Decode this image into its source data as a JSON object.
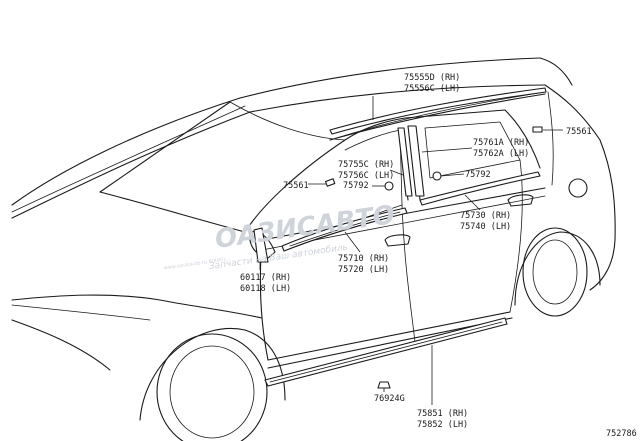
{
  "parts": [
    {
      "id": "p75555",
      "lines": [
        "75555D (RH)",
        "75556C (LH)"
      ]
    },
    {
      "id": "p75561r",
      "lines": [
        "75561"
      ]
    },
    {
      "id": "p75761",
      "lines": [
        "75761A (RH)",
        "75762A (LH)"
      ]
    },
    {
      "id": "p75755",
      "lines": [
        "75755C (RH)",
        "75756C (LH)"
      ]
    },
    {
      "id": "p75561l",
      "lines": [
        "75561"
      ]
    },
    {
      "id": "p75792l",
      "lines": [
        "75792"
      ]
    },
    {
      "id": "p75792r",
      "lines": [
        "75792"
      ]
    },
    {
      "id": "p75730",
      "lines": [
        "75730 (RH)",
        "75740 (LH)"
      ]
    },
    {
      "id": "p75710",
      "lines": [
        "75710 (RH)",
        "75720 (LH)"
      ]
    },
    {
      "id": "p60117",
      "lines": [
        "60117 (RH)",
        "60118 (LH)"
      ]
    },
    {
      "id": "p76924",
      "lines": [
        "76924G"
      ]
    },
    {
      "id": "p75851",
      "lines": [
        "75851 (RH)",
        "75852 (LH)"
      ]
    }
  ],
  "diagram_code": "752786",
  "watermark": {
    "main": "ОАЗИСАВТО",
    "sub": "Запчасти на Ваш автомобиль",
    "small": "www.oasisavto.ru  8(495)..."
  }
}
